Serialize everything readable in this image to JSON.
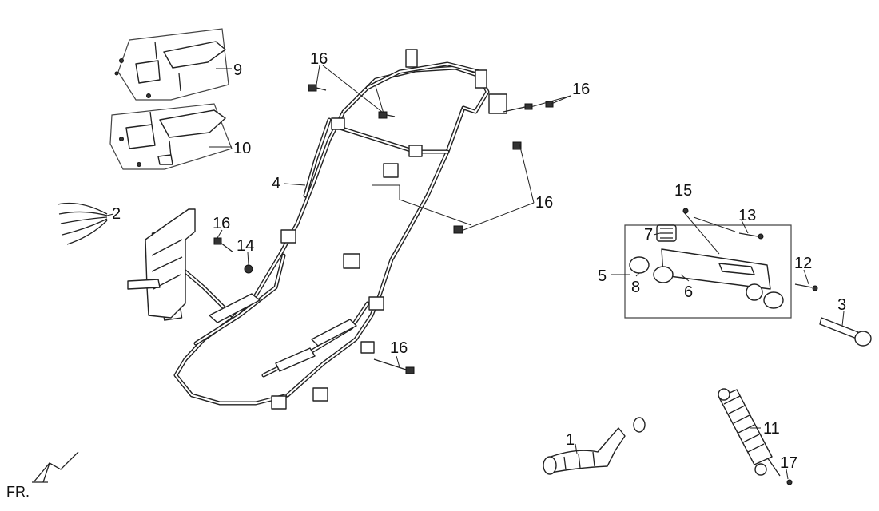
{
  "callouts": {
    "c1": "1",
    "c2": "2",
    "c3": "3",
    "c4": "4",
    "c5": "5",
    "c6": "6",
    "c7": "7",
    "c8": "8",
    "c9": "9",
    "c10": "10",
    "c11": "11",
    "c12": "12",
    "c13": "13",
    "c14": "14",
    "c15": "15",
    "c16a": "16",
    "c16b": "16",
    "c16c": "16",
    "c16d": "16",
    "c16e": "16",
    "c17": "17"
  },
  "orientation_label": "FR."
}
